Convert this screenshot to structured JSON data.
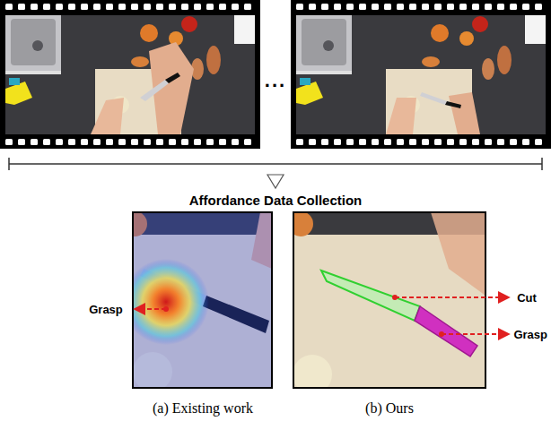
{
  "diagram": {
    "title": "Affordance Data Collection",
    "labels": [
      "...",
      "Grasp",
      "Cut",
      "Grasp",
      "(a) Existing work",
      "(b) Ours"
    ]
  }
}
